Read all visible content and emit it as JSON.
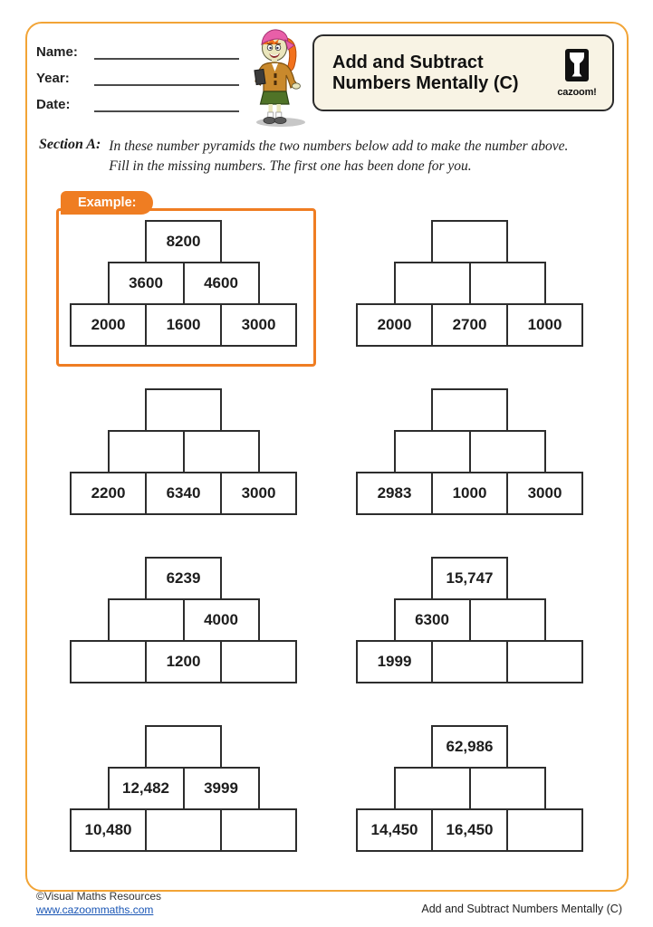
{
  "header": {
    "fields": [
      {
        "label": "Name:"
      },
      {
        "label": "Year:"
      },
      {
        "label": "Date:"
      }
    ],
    "title": {
      "line1": "Add and Subtract",
      "line2": "Numbers Mentally (C)"
    },
    "logo": {
      "text": "cazoom!",
      "icon": "drum-icon"
    },
    "mascot": "cartoon-schoolgirl-illustration"
  },
  "section_a": {
    "label": "Section A:",
    "instruction_line1": "In these number pyramids the two numbers below add to make the number above.",
    "instruction_line2": "Fill in the missing numbers. The first one has been done for you."
  },
  "example": {
    "label": "Example:"
  },
  "pyramids": [
    {
      "name": "example-pyramid",
      "top": [
        "8200"
      ],
      "middle": [
        "3600",
        "4600"
      ],
      "bottom": [
        "2000",
        "1600",
        "3000"
      ]
    },
    {
      "name": "pyramid-2",
      "top": [
        ""
      ],
      "middle": [
        "",
        ""
      ],
      "bottom": [
        "2000",
        "2700",
        "1000"
      ]
    },
    {
      "name": "pyramid-3",
      "top": [
        ""
      ],
      "middle": [
        "",
        ""
      ],
      "bottom": [
        "2200",
        "6340",
        "3000"
      ]
    },
    {
      "name": "pyramid-4",
      "top": [
        ""
      ],
      "middle": [
        "",
        ""
      ],
      "bottom": [
        "2983",
        "1000",
        "3000"
      ]
    },
    {
      "name": "pyramid-5",
      "top": [
        "6239"
      ],
      "middle": [
        "",
        "4000"
      ],
      "bottom": [
        "",
        "1200",
        ""
      ]
    },
    {
      "name": "pyramid-6",
      "top": [
        "15,747"
      ],
      "middle": [
        "6300",
        ""
      ],
      "bottom": [
        "1999",
        "",
        ""
      ]
    },
    {
      "name": "pyramid-7",
      "top": [
        ""
      ],
      "middle": [
        "12,482",
        "3999"
      ],
      "bottom": [
        "10,480",
        "",
        ""
      ]
    },
    {
      "name": "pyramid-8",
      "top": [
        "62,986"
      ],
      "middle": [
        "",
        ""
      ],
      "bottom": [
        "14,450",
        "16,450",
        ""
      ]
    }
  ],
  "footer": {
    "copyright": "©Visual Maths Resources",
    "website": "www.cazoommaths.com",
    "worksheet_title": "Add and Subtract Numbers Mentally (C)"
  },
  "colors": {
    "accent_orange": "#EF7D22",
    "page_border_gold": "#F2A436",
    "box_border": "#2D2D2D",
    "title_box_bg": "#F8F3E4",
    "link_blue": "#1A56B5"
  }
}
